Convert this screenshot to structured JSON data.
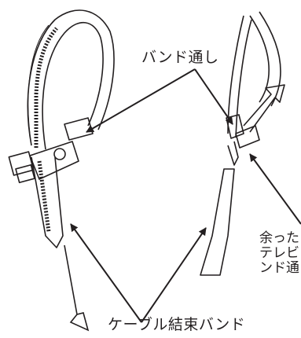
{
  "labels": {
    "band_pass": "バンド通し",
    "cable_tie": "ケーブル結束バンド"
  },
  "side_note": {
    "lines": [
      "余った",
      "テレビ",
      "ンド通"
    ]
  }
}
